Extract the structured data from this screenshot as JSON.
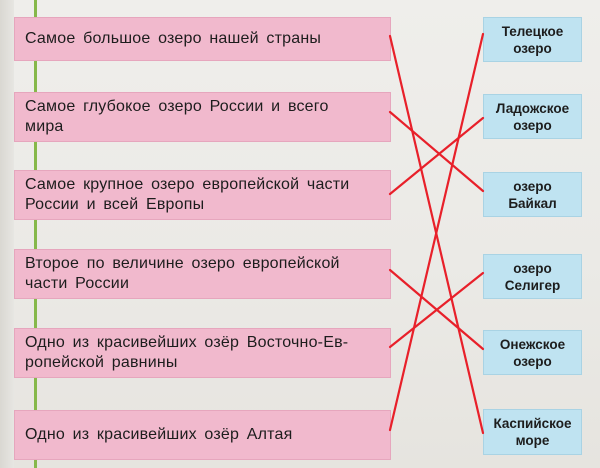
{
  "descriptions": [
    "Самое большое озеро нашей страны",
    "Самое глубокое озеро России и всего мира",
    "Самое крупное озеро европейской части России и всей Европы",
    "Второе по величине озеро европейской части России",
    "Одно из красивейших озёр Восточно-Европейской равнины",
    "Одно из красивейших озёр Алтая"
  ],
  "description_lines": [
    [
      "Самое большое озеро нашей страны"
    ],
    [
      "Самое глубокое озеро России и всего",
      "мира"
    ],
    [
      "Самое крупное озеро европейской части",
      "России и всей Европы"
    ],
    [
      "Второе по величине озеро европейской",
      "части России"
    ],
    [
      "Одно из красивейших озёр Восточно-Ев-",
      "ропейской равнины"
    ],
    [
      "Одно из красивейших озёр Алтая"
    ]
  ],
  "lakes": [
    "Телецкое\nозеро",
    "Ладожское\nозеро",
    "озеро\nБайкал",
    "озеро\nСелигер",
    "Онежское\nозеро",
    "Каспийское\nморе"
  ],
  "matches": [
    {
      "from": 1,
      "to": 6
    },
    {
      "from": 2,
      "to": 3
    },
    {
      "from": 3,
      "to": 2
    },
    {
      "from": 4,
      "to": 5
    },
    {
      "from": 5,
      "to": 4
    },
    {
      "from": 6,
      "to": 1
    }
  ],
  "colors": {
    "left_box": "#f1b9cd",
    "right_box": "#bfe3f1",
    "match_line": "#e8202a",
    "rule": "#86b84a"
  }
}
